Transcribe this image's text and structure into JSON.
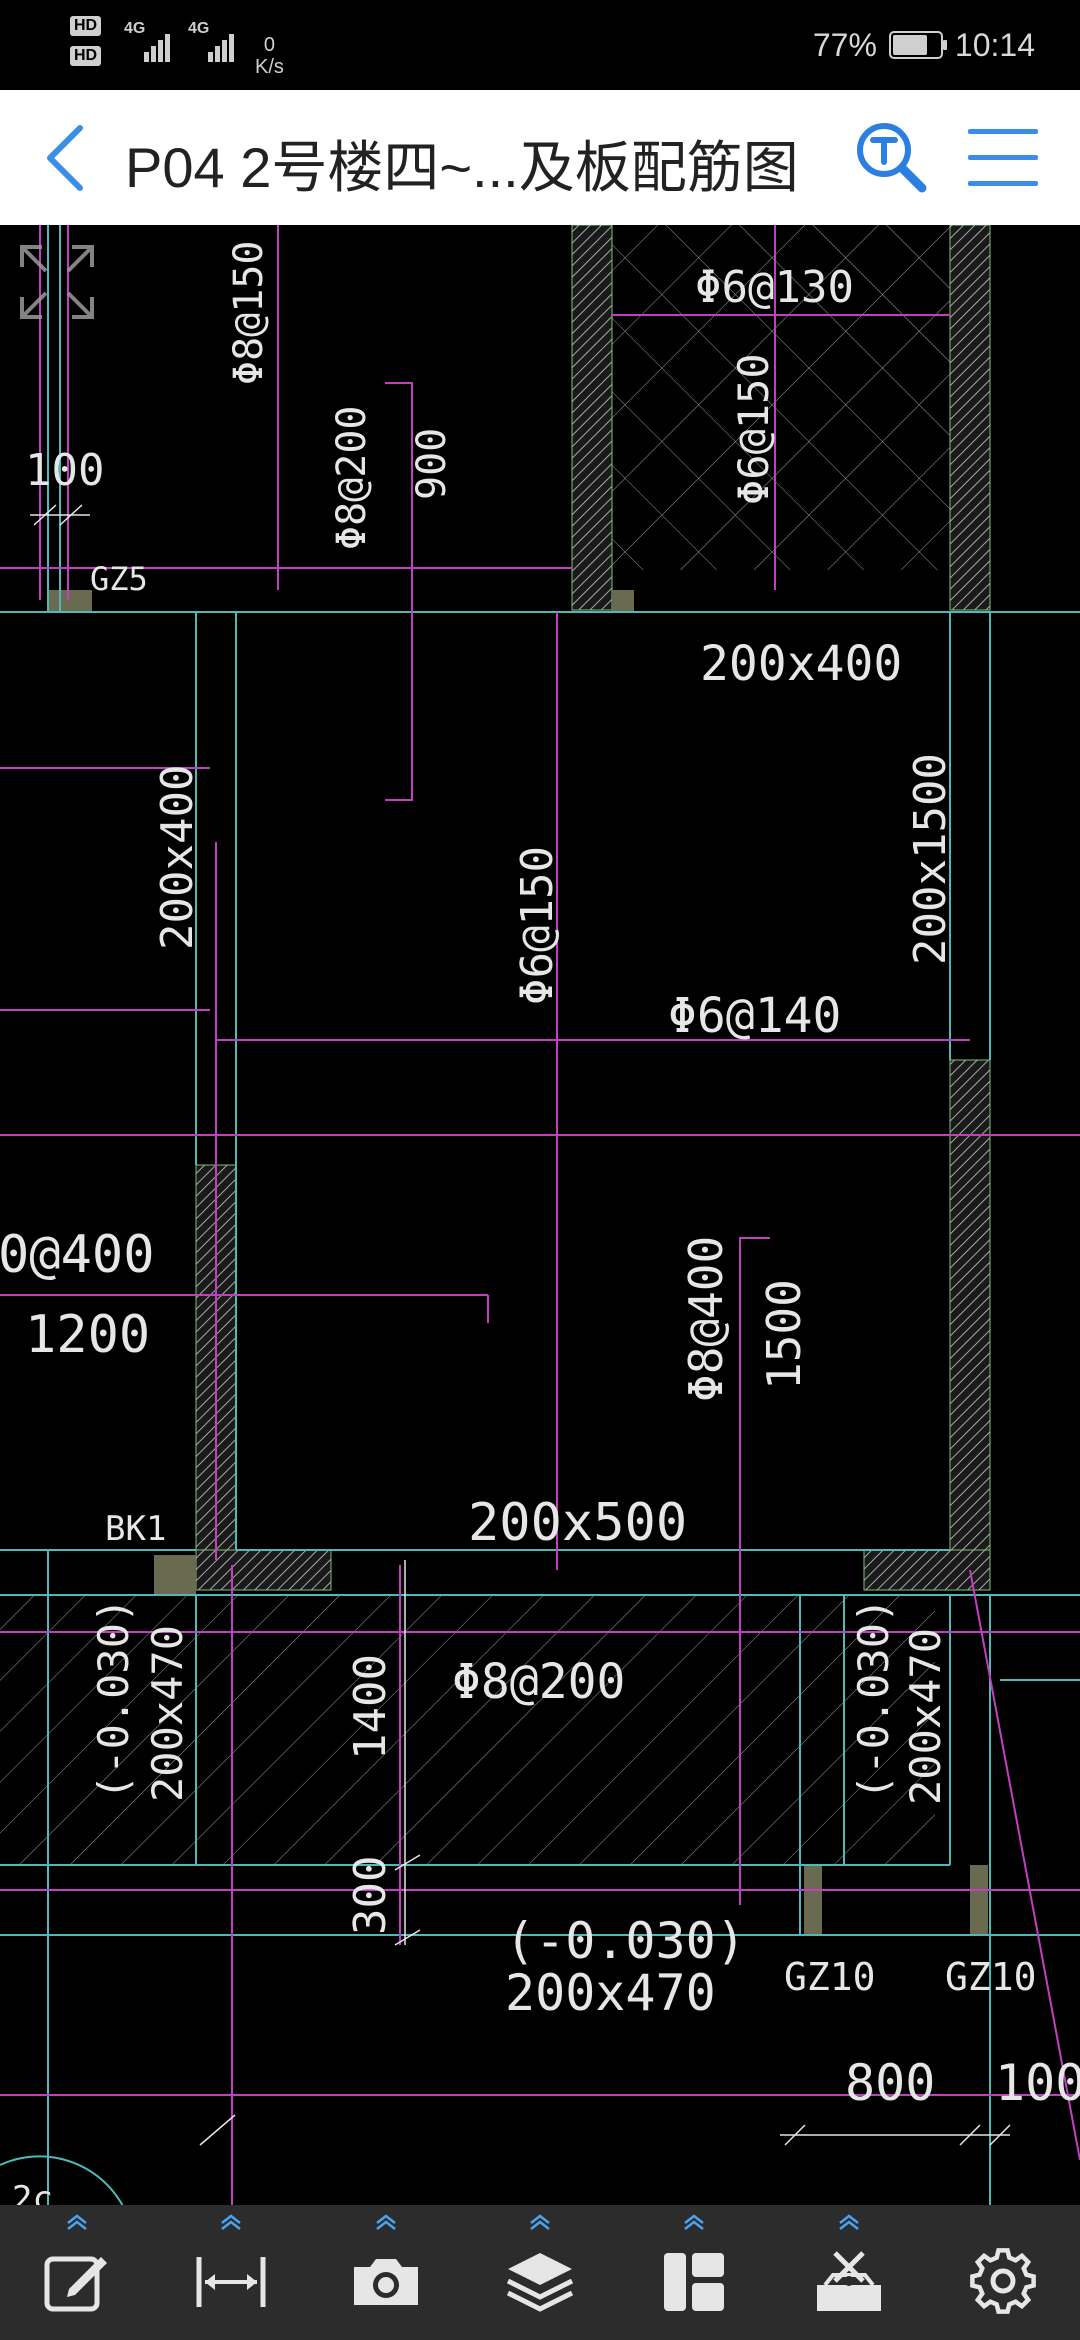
{
  "status_bar": {
    "hd1": "HD",
    "hd2": "HD",
    "sim1": "4G",
    "sim2": "4G",
    "net_speed_value": "0",
    "net_speed_unit": "K/s",
    "battery_percent": "77%",
    "battery_level": 0.77,
    "time": "10:14"
  },
  "title_bar": {
    "title": "P04 2号楼四~...及板配筋图",
    "back_icon": "chevron-left-icon",
    "search_icon": "text-search-icon",
    "menu_icon": "hamburger-menu-icon"
  },
  "drawing": {
    "labels": {
      "phi8_150": "Φ8@150",
      "n100_top": "100",
      "gz5": "GZ5",
      "phi8_200_top": "Φ8@200",
      "n900": "900",
      "phi6_130": "Φ6@130",
      "phi6_150_top": "Φ6@150",
      "b200x400_top": "200x400",
      "b200x400_left": "200x400",
      "phi6_150_mid": "Φ6@150",
      "b200x1500": "200x1500",
      "phi6_140": "Φ6@140",
      "at400": "0@400",
      "n1200": "1200",
      "phi8_400": "Φ8@400",
      "n1500": "1500",
      "bk1": "BK1",
      "b200x500": "200x500",
      "phi8_200_bot": "Φ8@200",
      "elev_left": "(-0.030)",
      "b200x470_left": "200x470",
      "n1400": "1400",
      "elev_right": "(-0.030)",
      "b200x470_right": "200x470",
      "n300": "300",
      "elev_bottom": "(-0.030)",
      "b200x470_bottom": "200x470",
      "gz10_a": "GZ10",
      "gz10_b": "GZ10",
      "n800": "800",
      "n100_bot": "100",
      "n2c": "2c"
    },
    "colors": {
      "background": "#000000",
      "text": "#e6e6e6",
      "magenta": "#c040c0",
      "cyan": "#4fb8b8",
      "hatch": "#b0b0b0"
    }
  },
  "toolbar": {
    "items": [
      {
        "icon": "edit-icon"
      },
      {
        "icon": "measure-icon"
      },
      {
        "icon": "camera-icon"
      },
      {
        "icon": "layers-icon"
      },
      {
        "icon": "layout-icon"
      },
      {
        "icon": "tools-icon"
      },
      {
        "icon": "gear-icon"
      }
    ],
    "accent": "#4aa3f0"
  }
}
